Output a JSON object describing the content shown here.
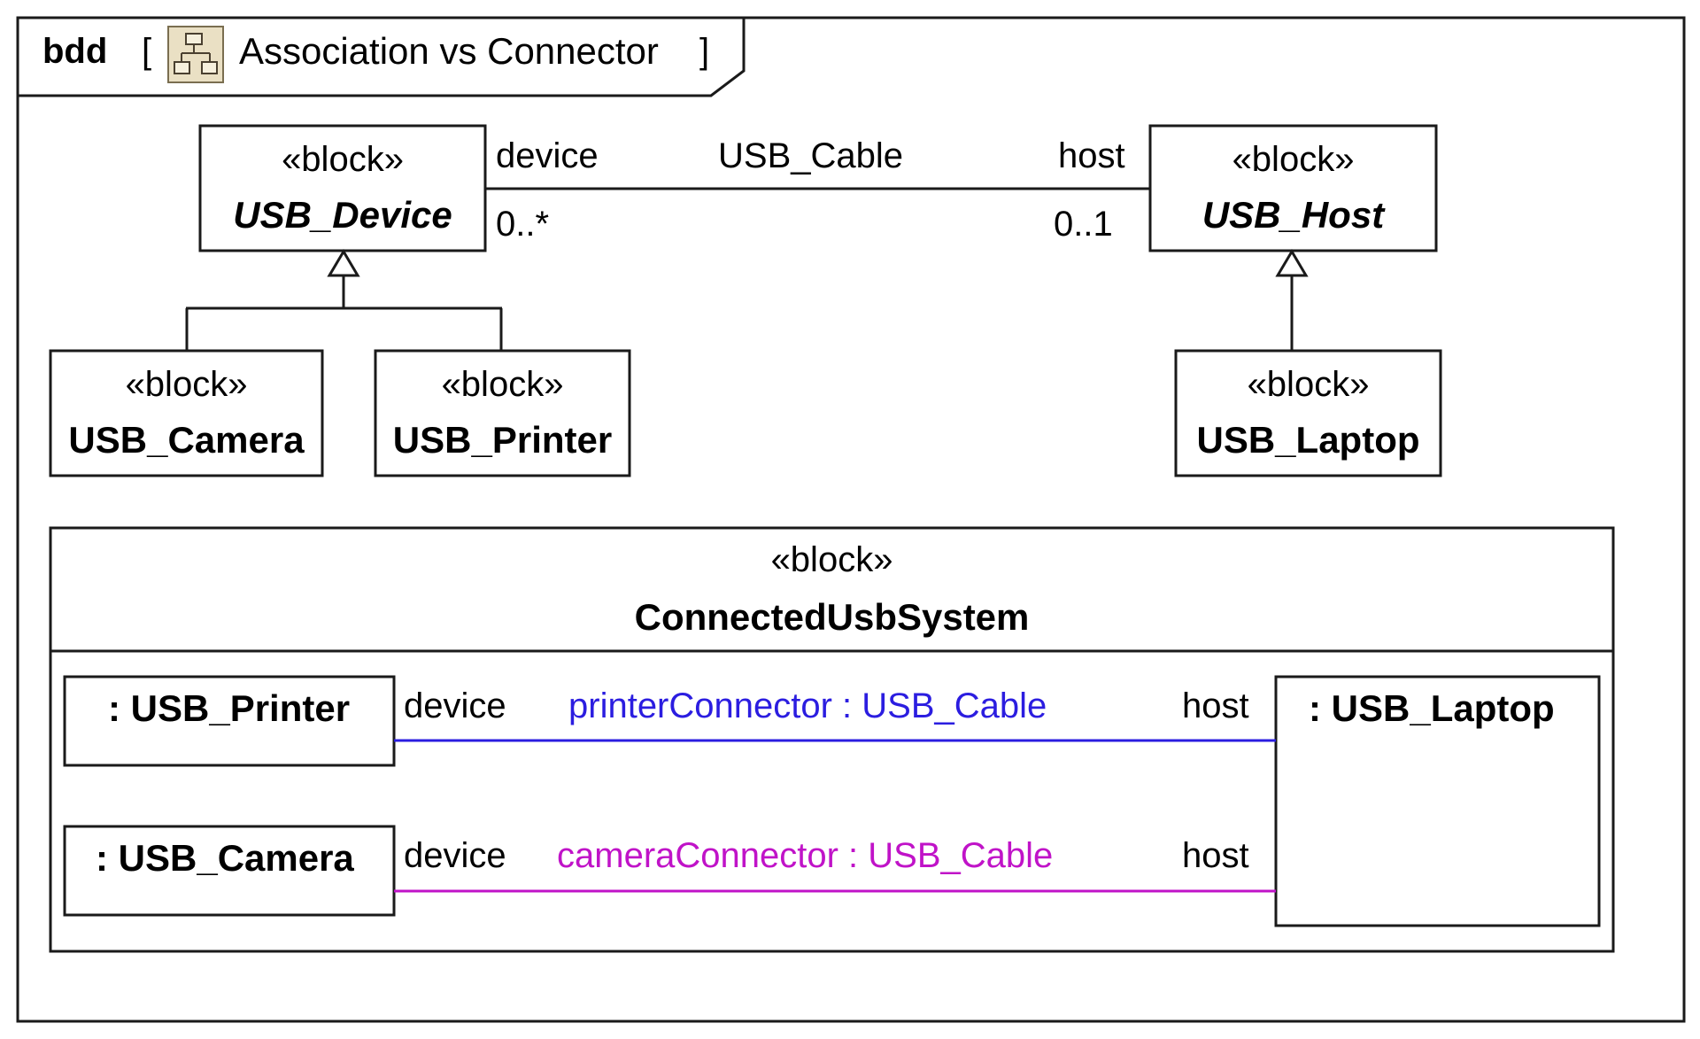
{
  "frame": {
    "kind": "bdd",
    "open_bracket": "[",
    "title": "Association vs Connector",
    "close_bracket": "]",
    "icon": "block-definition-diagram-icon"
  },
  "blocks": {
    "usb_device": {
      "stereotype": "«block»",
      "name": "USB_Device"
    },
    "usb_host": {
      "stereotype": "«block»",
      "name": "USB_Host"
    },
    "usb_camera": {
      "stereotype": "«block»",
      "name": "USB_Camera"
    },
    "usb_printer": {
      "stereotype": "«block»",
      "name": "USB_Printer"
    },
    "usb_laptop": {
      "stereotype": "«block»",
      "name": "USB_Laptop"
    }
  },
  "association": {
    "name": "USB_Cable",
    "end_device_role": "device",
    "end_device_multiplicity": "0..*",
    "end_host_role": "host",
    "end_host_multiplicity": "0..1"
  },
  "system": {
    "stereotype": "«block»",
    "name": "ConnectedUsbSystem",
    "parts": {
      "printer": ": USB_Printer",
      "camera": ": USB_Camera",
      "laptop": ": USB_Laptop"
    },
    "printer_connector": {
      "label": "printerConnector : USB_Cable",
      "device_role": "device",
      "host_role": "host",
      "color": "#2b1de0"
    },
    "camera_connector": {
      "label": "cameraConnector : USB_Cable",
      "device_role": "device",
      "host_role": "host",
      "color": "#c013c8"
    }
  }
}
